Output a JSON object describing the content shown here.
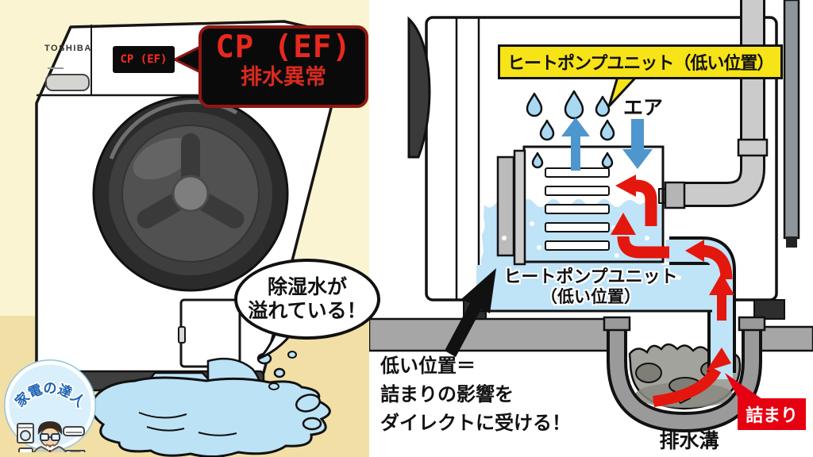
{
  "colors": {
    "background_cream": "#FAF4D2",
    "floor_tan": "#F2DFA6",
    "water_blue": "#BFE3F7",
    "arrow_red": "#E3170D",
    "clog_red": "#E60012",
    "label_yellow": "#F6E318",
    "arrow_blue": "#4D96CE",
    "led_red": "#FF2A1E"
  },
  "left_panel": {
    "brand_logo": "TOSHIBA",
    "display_code": "CP (EF)",
    "callout": {
      "code": "CP (EF)",
      "label": "排水異常"
    },
    "speech_bubble": {
      "line1": "除湿水が",
      "line2": "溢れている！"
    },
    "badge_title": "家電の達人"
  },
  "right_panel": {
    "unit_callout": "ヒートポンプユニット（低い位置）",
    "air_label": "エア",
    "unit_water_label": {
      "line1": "ヒートポンプユニット",
      "line2": "（低い位置）"
    },
    "note": {
      "line1": "低い位置＝",
      "line2": "詰まりの影響を",
      "line3": "ダイレクトに受ける！"
    },
    "drain_label": "排水溝",
    "clog_label": "詰まり"
  }
}
